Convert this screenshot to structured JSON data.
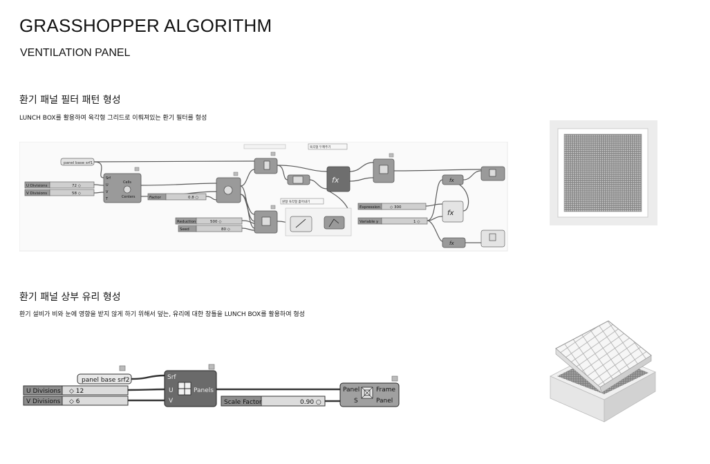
{
  "title": "GRASSHOPPER ALGORITHM",
  "subtitle": "VENTILATION PANEL",
  "section1": {
    "title": "환기 패널 필터 패턴 형성",
    "description": "LUNCH BOX를 활용하여 육각형 그리드로 이뤄져있는 환기 필터를 형성",
    "graph": {
      "param_surface": "panel base srf1",
      "u_label": "U Divisions",
      "u_value": "72 ◇",
      "v_label": "V Divisions",
      "v_value": "58 ◇",
      "cells_component": {
        "in": [
          "Srf",
          "U",
          "V",
          "T"
        ],
        "out": [
          "Cells",
          "Centers"
        ]
      },
      "factor_label": "Factor",
      "factor_value": "0.8 ○",
      "reduction_label": "Reduction",
      "reduction_value": "500 ◇",
      "seed_label": "Seed",
      "seed_value": "80 ◇",
      "group1_label": "육각형 두께주기",
      "group2_label": "원형 육각형 흩어내기",
      "expression_label": "Expression",
      "expression_value": "◇ 300",
      "variable_label": "Variable y",
      "variable_value": "1 ◇",
      "fx_symbol": "fx"
    }
  },
  "section2": {
    "title": "환기 패널 상부 유리 형성",
    "description": "환기 설비가 비와 눈에 영향을 받지 않게 하기 위해서 덮는, 유리에 대한 창틀을 LUNCH BOX를 활용하여 형성",
    "graph": {
      "param_surface": "panel base srf2",
      "u_label": "U Divisions",
      "u_value": "◇ 12",
      "v_label": "V Divisions",
      "v_value": "◇ 6",
      "panels_component": {
        "in": [
          "Srf",
          "U",
          "V"
        ],
        "out": "Panels"
      },
      "scale_label": "Scale Factor",
      "scale_value": "0.90 ○",
      "frame_component": {
        "in": [
          "Panel",
          "S"
        ],
        "out": [
          "Frame",
          "Panel"
        ]
      }
    }
  }
}
